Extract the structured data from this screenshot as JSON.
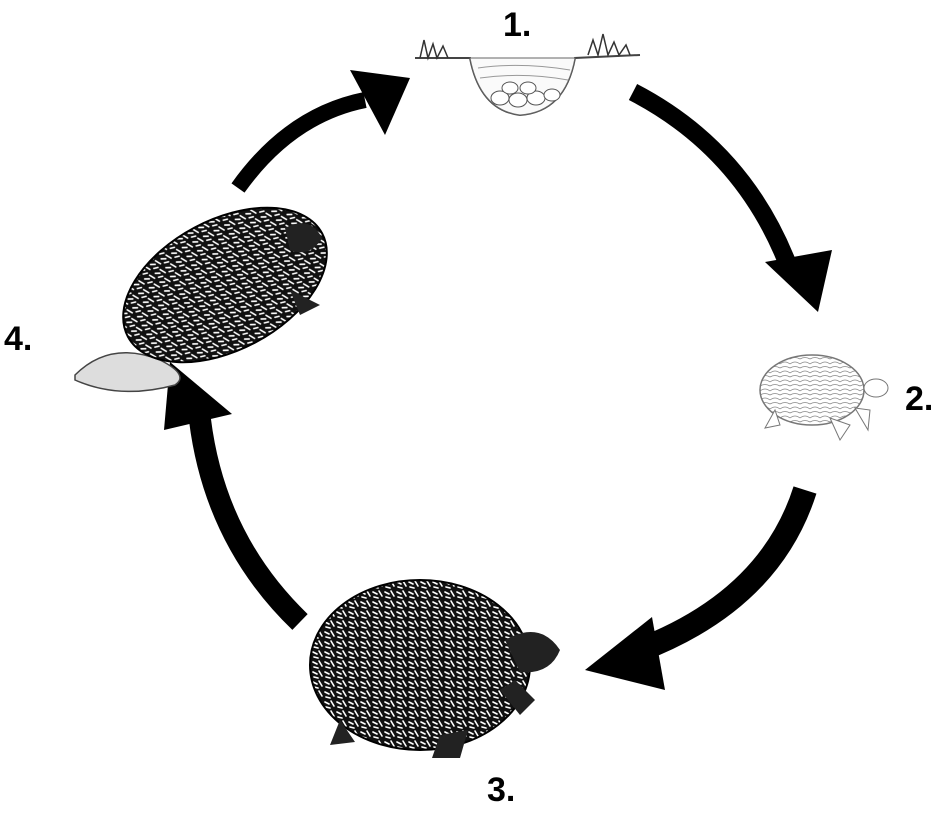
{
  "diagram": {
    "labels": [
      {
        "id": "egg-nest",
        "text": "1."
      },
      {
        "id": "hatchling",
        "text": "2."
      },
      {
        "id": "adult",
        "text": "3."
      },
      {
        "id": "nesting-female",
        "text": "4."
      }
    ],
    "arrow_color": "#000000"
  }
}
